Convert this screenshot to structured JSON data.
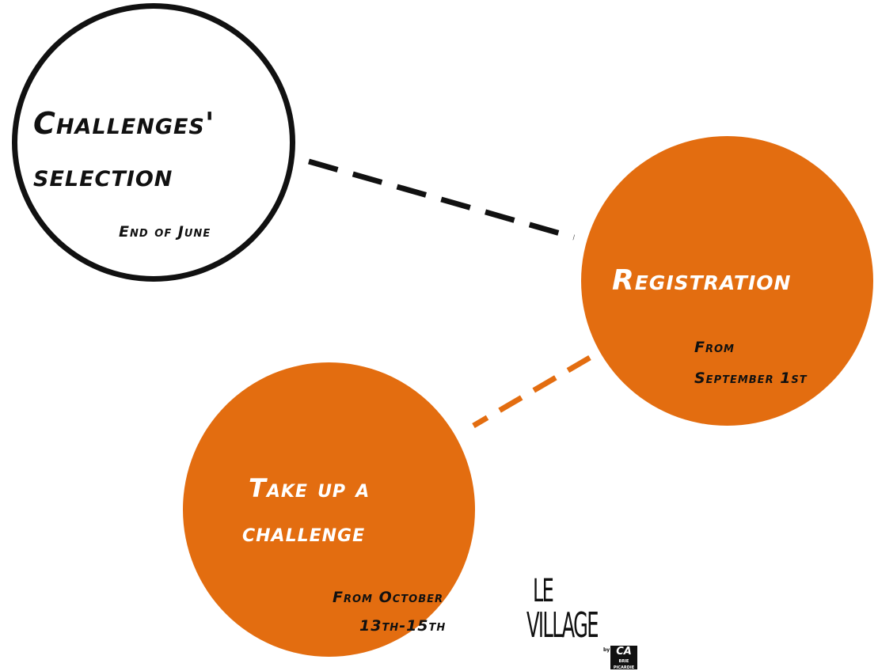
{
  "colors": {
    "accent": "#e36d10",
    "ink": "#111111",
    "on_accent": "#ffffff",
    "outline_fill": "#ffffff"
  },
  "nodes": [
    {
      "id": "challenges-selection",
      "title_lines": [
        "Challenges'",
        "selection"
      ],
      "date": "End of June",
      "style": "outline"
    },
    {
      "id": "registration",
      "title_lines": [
        "Registration"
      ],
      "date_lines": [
        "From",
        "September 1st"
      ],
      "style": "filled"
    },
    {
      "id": "take-up-challenge",
      "title_lines": [
        "Take up a",
        "challenge"
      ],
      "date_lines": [
        "From October",
        "13th-15th"
      ],
      "style": "filled"
    }
  ],
  "connectors": [
    {
      "from": "challenges-selection",
      "to": "registration",
      "color": "#111111",
      "style": "dashed"
    },
    {
      "from": "registration",
      "to": "take-up-challenge",
      "color": "#e36d10",
      "style": "dashed"
    }
  ],
  "logo": {
    "line1": "LE",
    "line2": "VILLAGE",
    "by": "by",
    "badge": "CA",
    "badge_sub": "BRIE PICARDIE",
    "icon": "le-village-logo"
  }
}
